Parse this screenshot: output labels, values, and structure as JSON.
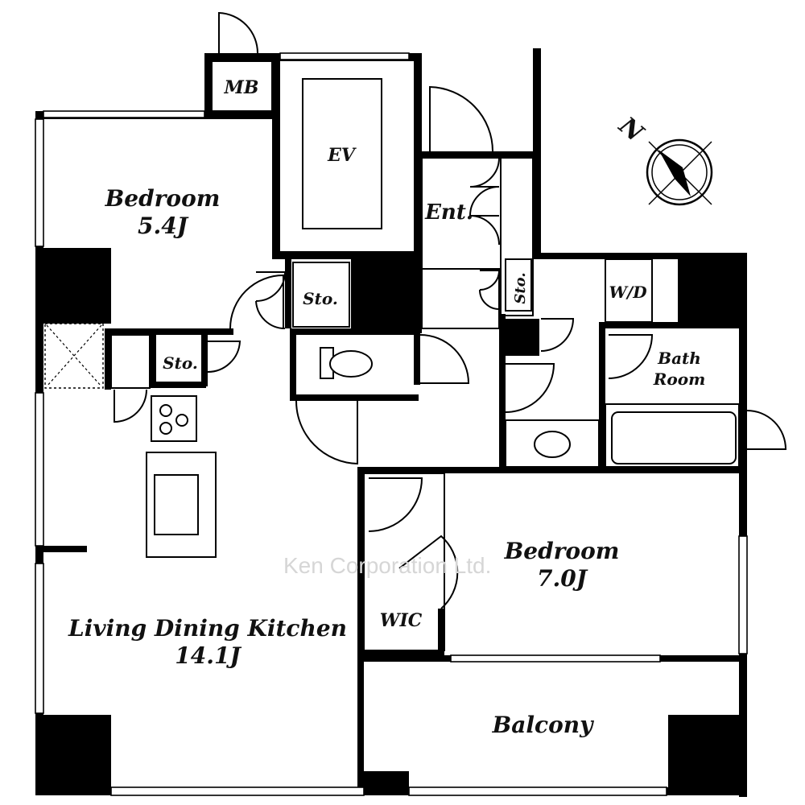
{
  "plan": {
    "watermark": "Ken Corporation Ltd.",
    "compass": {
      "label": "N",
      "icon": "north-arrow-icon"
    },
    "rooms": {
      "mb": "MB",
      "ev": "EV",
      "bedroom1_name": "Bedroom",
      "bedroom1_size": "5.4J",
      "entrance": "Ent.",
      "storage_center": "Sto.",
      "storage_left": "Sto.",
      "storage_entrance": "Sto.",
      "wd": "W/D",
      "bath_line1": "Bath",
      "bath_line2": "Room",
      "bedroom2_name": "Bedroom",
      "bedroom2_size": "7.0J",
      "wic": "WIC",
      "ldk_name": "Living Dining Kitchen",
      "ldk_size": "14.1J",
      "balcony": "Balcony"
    }
  }
}
